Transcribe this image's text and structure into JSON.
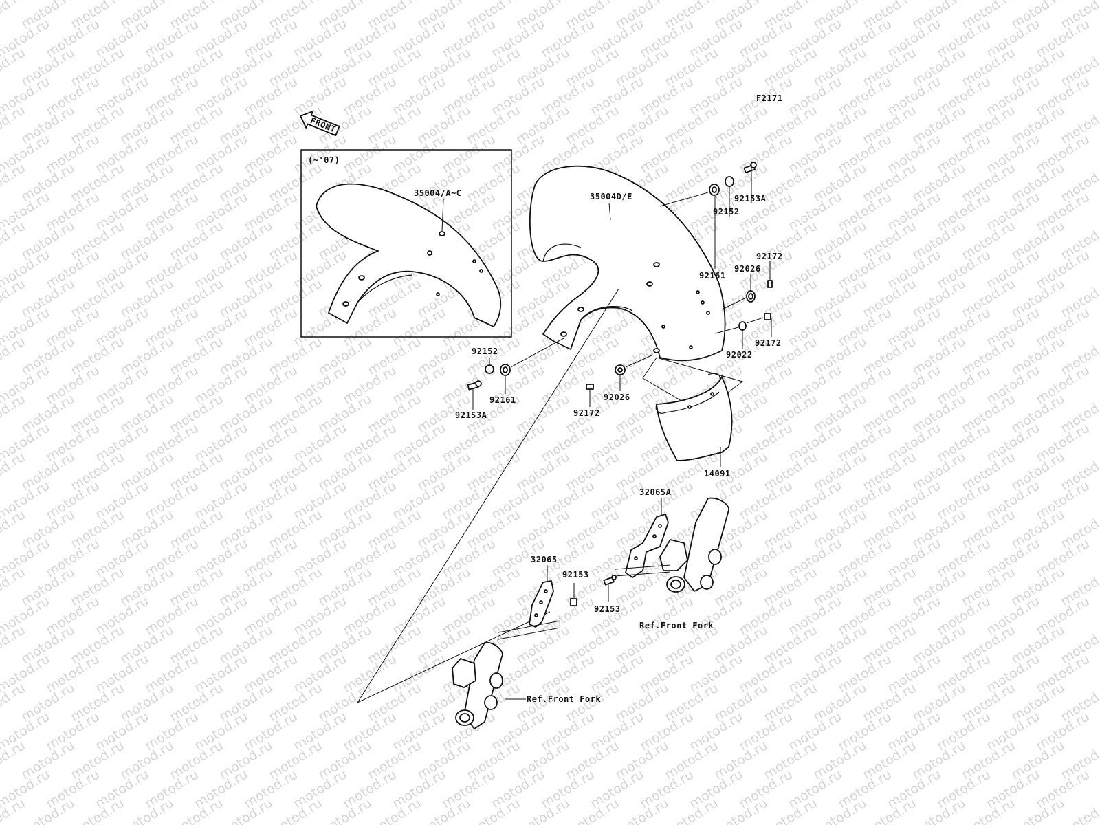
{
  "diagram": {
    "figure_code": "F2171",
    "front_arrow_text": "FRONT",
    "inset_label": "(~'07)",
    "watermark_text": "motod.ru",
    "colors": {
      "line": "#111111",
      "background": "#ffffff",
      "watermark": "#d6d6d6"
    },
    "parts": {
      "p35004_a_c": "35004/A~C",
      "p35004_d_e": "35004D/E",
      "p92153a_top": "92153A",
      "p92152_top": "92152",
      "p92161_top": "92161",
      "p92026_top": "92026",
      "p92172_top": "92172",
      "p92022": "92022",
      "p92172_mid": "92172",
      "p92152_left": "92152",
      "p92161_left": "92161",
      "p92153a_left": "92153A",
      "p92026_bottom": "92026",
      "p92172_bottom": "92172",
      "p14091": "14091",
      "p32065a": "32065A",
      "p32065": "32065",
      "p92153_left": "92153",
      "p92153_right": "92153",
      "ref_fork_right": "Ref.Front Fork",
      "ref_fork_left": "Ref.Front Fork"
    }
  }
}
